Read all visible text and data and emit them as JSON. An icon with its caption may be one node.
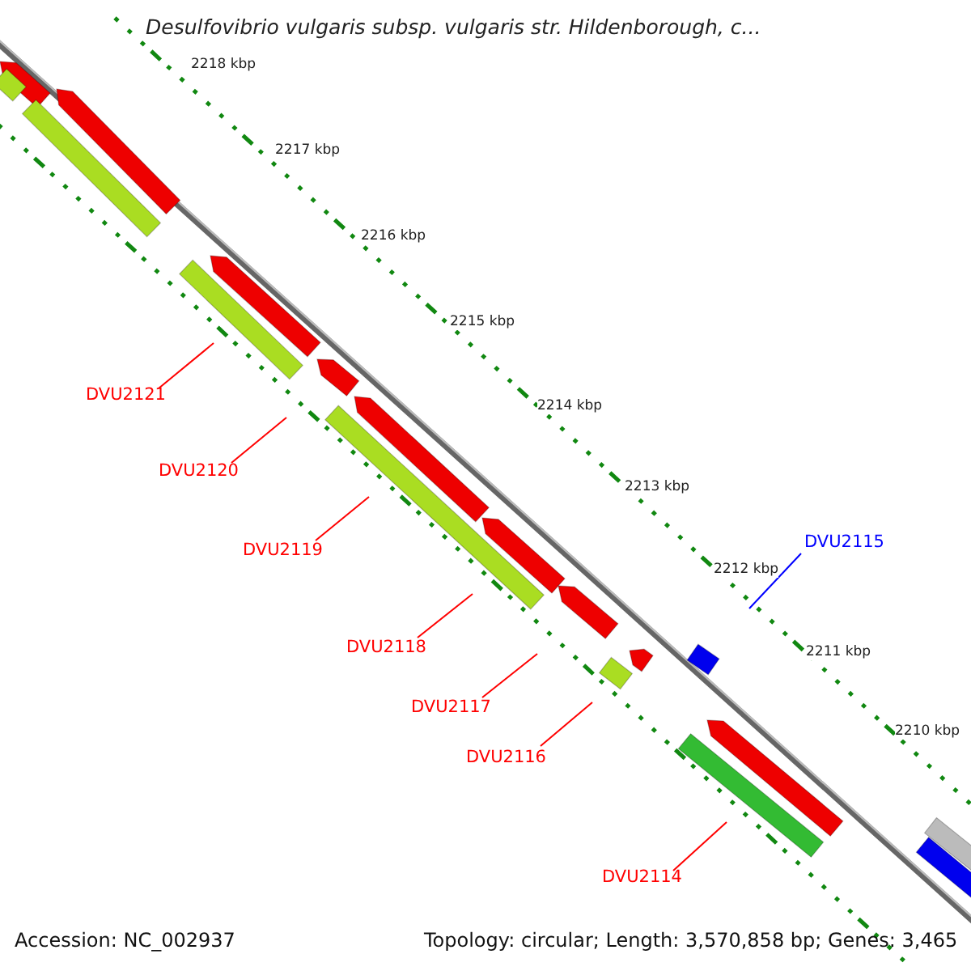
{
  "diagram": {
    "title": "Desulfovibrio vulgaris subsp. vulgaris str. Hildenborough, c...",
    "nodes": [
      {
        "text": [
          "DVU2121"
        ]
      },
      {
        "text": [
          "DVU2120"
        ]
      },
      {
        "text": [
          "DVU2119"
        ]
      },
      {
        "text": [
          "DVU2118"
        ]
      },
      {
        "text": [
          "DVU2117"
        ]
      },
      {
        "text": [
          "DVU2116"
        ]
      },
      {
        "text": [
          "DVU2115"
        ]
      },
      {
        "text": [
          "DVU2114"
        ]
      }
    ],
    "edges": [
      {
        "from": 0,
        "to": null,
        "arrow": "none"
      },
      {
        "from": 1,
        "to": null,
        "arrow": "none"
      },
      {
        "from": 2,
        "to": null,
        "arrow": "none"
      },
      {
        "from": 3,
        "to": null,
        "arrow": "none"
      },
      {
        "from": 4,
        "to": null,
        "arrow": "none"
      },
      {
        "from": 5,
        "to": null,
        "arrow": "none"
      },
      {
        "from": 6,
        "to": null,
        "arrow": "none",
        "color": "#0000ff"
      },
      {
        "from": 7,
        "to": null,
        "arrow": "none"
      }
    ],
    "labels": [
      "2218 kbp",
      "2217 kbp",
      "2216 kbp",
      "2215 kbp",
      "2214 kbp",
      "2213 kbp",
      "2212 kbp",
      "2211 kbp",
      "2210 kbp",
      "Accession: NC_002937",
      "Topology: circular; Length: 3,570,858 bp; Genes: 3,465"
    ]
  }
}
